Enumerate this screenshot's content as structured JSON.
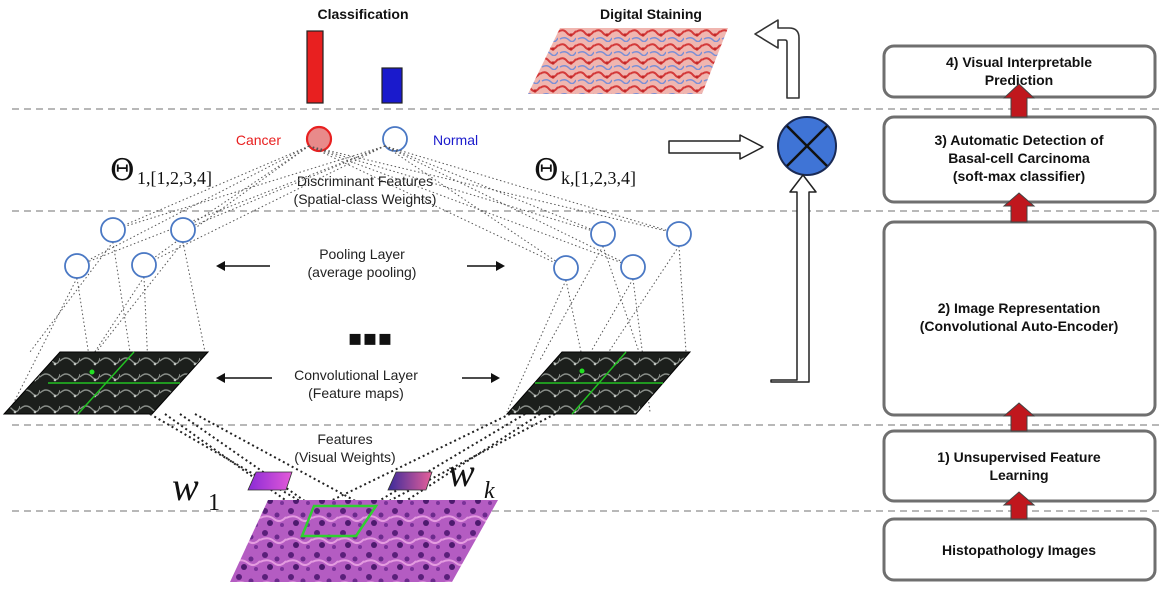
{
  "top": {
    "classification": "Classification",
    "digital_staining": "Digital Staining"
  },
  "classes": {
    "cancer": "Cancer",
    "normal": "Normal",
    "cancer_color": "#e82020",
    "normal_color": "#1a1acc"
  },
  "theta": {
    "left_symbol": "Θ",
    "left_sub": "1,[1,2,3,4]",
    "right_symbol": "Θ",
    "right_sub": "k,[1,2,3,4]"
  },
  "labels": {
    "discriminant_1": "Discriminant Features",
    "discriminant_2": "(Spatial-class Weights)",
    "pooling_1": "Pooling Layer",
    "pooling_2": "(average pooling)",
    "ellipsis": "▪▪▪",
    "conv_1": "Convolutional Layer",
    "conv_2": "(Feature maps)",
    "features_1": "Features",
    "features_2": "(Visual Weights)"
  },
  "weights": {
    "w_left": "w",
    "w_left_sub": "1",
    "w_right": "w",
    "w_right_sub": "k"
  },
  "steps": [
    {
      "line1": "4) Visual Interpretable",
      "line2": "Prediction",
      "line3": ""
    },
    {
      "line1": "3) Automatic Detection of",
      "line2": "Basal-cell Carcinoma",
      "line3": "(soft-max classifier)"
    },
    {
      "line1": "2) Image Representation",
      "line2": "(Convolutional Auto-Encoder)",
      "line3": ""
    },
    {
      "line1": "1) Unsupervised Feature",
      "line2": "Learning",
      "line3": ""
    },
    {
      "line1": "Histopathology Images",
      "line2": "",
      "line3": ""
    }
  ],
  "colors": {
    "node_blue": "#4a78c4",
    "operator_fill": "#3f74d6",
    "step_arrow": "#c0171d",
    "feature_map_bg": "#1c1f1c",
    "feature_map_grid": "#22c022",
    "tissue_base": "#b45cc2"
  },
  "icons": {
    "operator": "circle-x-multiply-icon",
    "return_arrow": "u-turn-arrow-icon"
  }
}
